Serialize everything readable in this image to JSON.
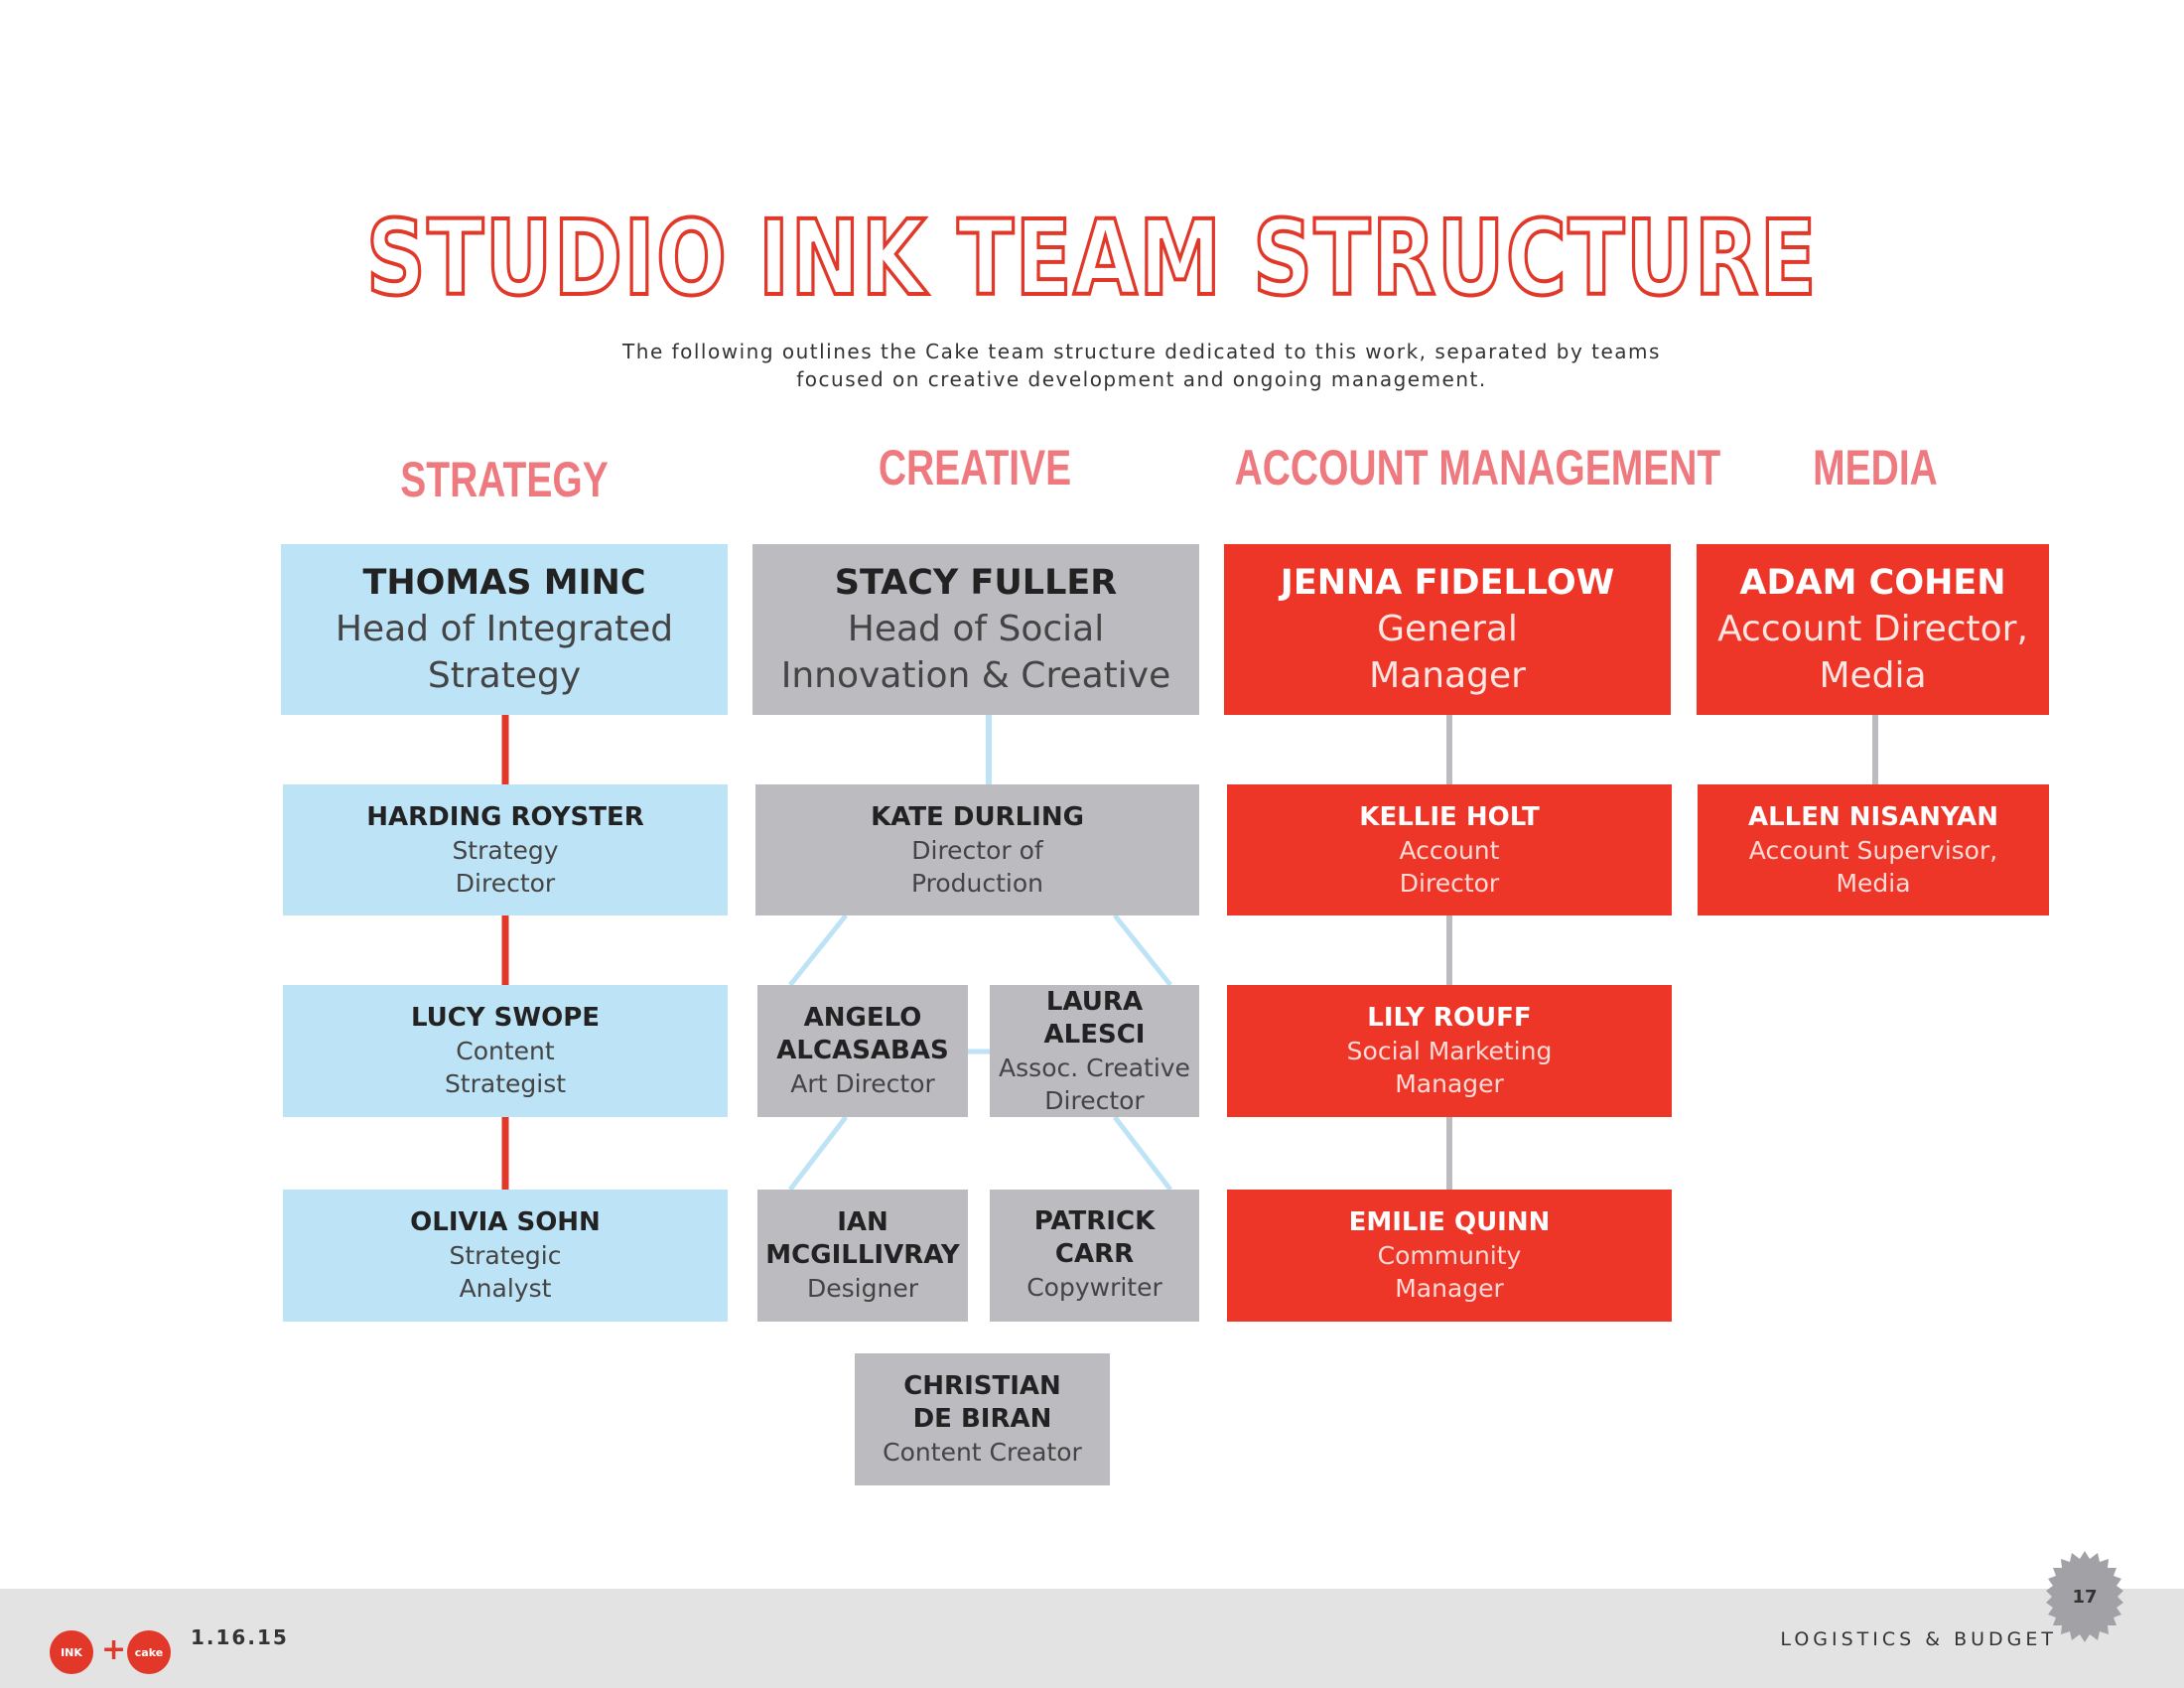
{
  "title": "STUDIO INK TEAM STRUCTURE",
  "subtitle_line1": "The following outlines the Cake team structure dedicated to this work, separated by teams",
  "subtitle_line2": "focused on creative development and ongoing management.",
  "columns": {
    "strategy": "STRATEGY",
    "creative": "CREATIVE",
    "account": "ACCOUNT MANAGEMENT",
    "media": "MEDIA"
  },
  "people": {
    "thomas": {
      "name": "THOMAS MINC",
      "role1": "Head of Integrated",
      "role2": "Strategy"
    },
    "harding": {
      "name": "HARDING ROYSTER",
      "role1": "Strategy",
      "role2": "Director"
    },
    "lucy": {
      "name": "LUCY SWOPE",
      "role1": "Content",
      "role2": "Strategist"
    },
    "olivia": {
      "name": "OLIVIA SOHN",
      "role1": "Strategic",
      "role2": "Analyst"
    },
    "stacy": {
      "name": "STACY FULLER",
      "role1": "Head of Social",
      "role2": "Innovation & Creative"
    },
    "kate": {
      "name": "KATE DURLING",
      "role1": "Director of",
      "role2": "Production"
    },
    "angelo": {
      "name1": "ANGELO",
      "name2": "ALCASABAS",
      "role": "Art Director"
    },
    "laura": {
      "name": "LAURA ALESCI",
      "role1": "Assoc. Creative",
      "role2": "Director"
    },
    "ian": {
      "name1": "IAN",
      "name2": "MCGILLIVRAY",
      "role": "Designer"
    },
    "patrick": {
      "name": "PATRICK CARR",
      "role": "Copywriter"
    },
    "christian": {
      "name1": "CHRISTIAN",
      "name2": "DE BIRAN",
      "role": "Content Creator"
    },
    "jenna": {
      "name": "JENNA FIDELLOW",
      "role1": "General",
      "role2": "Manager"
    },
    "kellie": {
      "name": "KELLIE HOLT",
      "role1": "Account",
      "role2": "Director"
    },
    "lily": {
      "name": "LILY ROUFF",
      "role1": "Social Marketing",
      "role2": "Manager"
    },
    "emilie": {
      "name": "EMILIE QUINN",
      "role1": "Community",
      "role2": "Manager"
    },
    "adam": {
      "name": "ADAM COHEN",
      "role1": "Account Director,",
      "role2": "Media"
    },
    "allen": {
      "name": "ALLEN NISANYAN",
      "role1": "Account Supervisor,",
      "role2": "Media"
    }
  },
  "footer": {
    "logo_left": "INK",
    "logo_right": "cake",
    "plus": "+",
    "date": "1.16.15",
    "section": "LOGISTICS & BUDGET",
    "page": "17"
  },
  "colors": {
    "title": "#e2382a",
    "column_heading": "#ee7a80",
    "strategy_box": "#bde3f6",
    "creative_box": "#bbbbc0",
    "account_box": "#ee3628",
    "strategy_line": "#e2382a",
    "creative_line": "#bde3f6",
    "account_line": "#bbbbc0"
  }
}
